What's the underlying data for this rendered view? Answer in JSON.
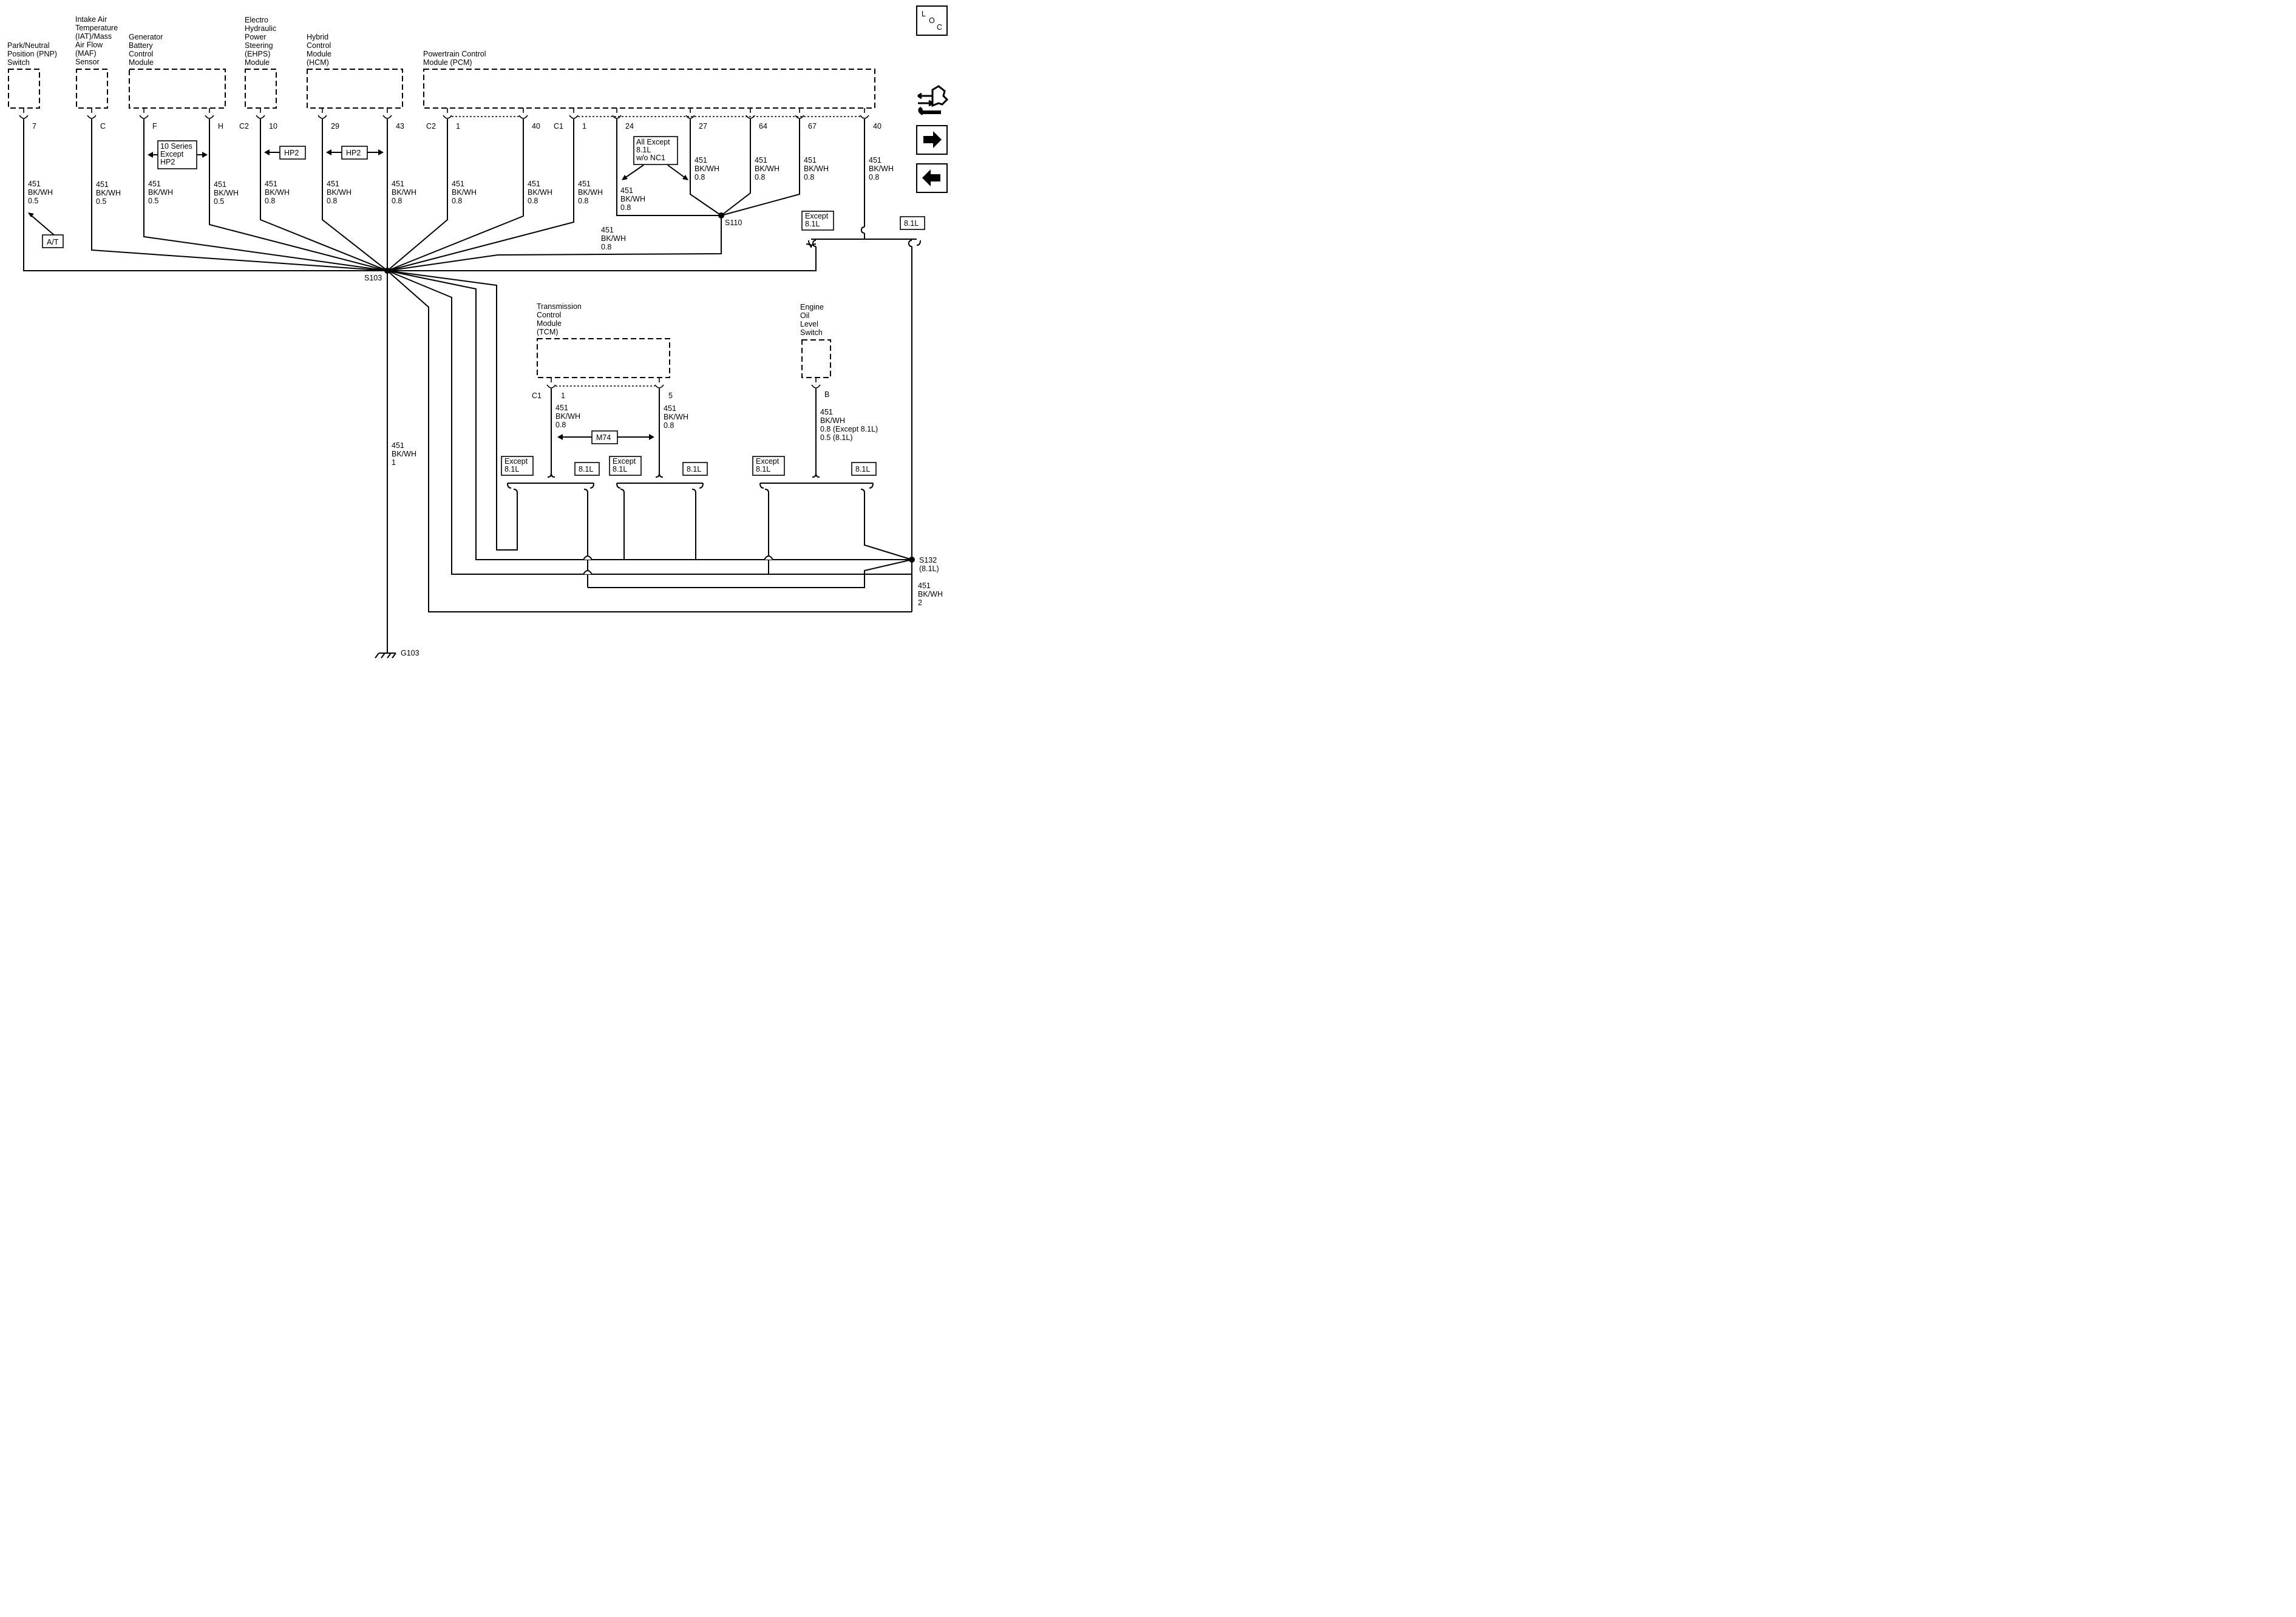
{
  "components": {
    "pnp": [
      "Park/Neutral",
      "Position (PNP)",
      "Switch"
    ],
    "iat": [
      "Intake Air",
      "Temperature",
      "(IAT)/Mass",
      "Air Flow",
      "(MAF)",
      "Sensor"
    ],
    "gbcm": [
      "Generator",
      "Battery",
      "Control",
      "Module"
    ],
    "ehps": [
      "Electro",
      "Hydraulic",
      "Power",
      "Steering",
      "(EHPS)",
      "Module"
    ],
    "hcm": [
      "Hybrid",
      "Control",
      "Module",
      "(HCM)"
    ],
    "pcm": [
      "Powertrain Control",
      "Module (PCM)"
    ],
    "tcm": [
      "Transmission",
      "Control",
      "Module",
      "(TCM)"
    ],
    "eol": [
      "Engine",
      "Oil",
      "Level",
      "Switch"
    ]
  },
  "pins": {
    "pnp": "7",
    "iat": "C",
    "gbcm_f": "F",
    "gbcm_h": "H",
    "ehps_conn": "C2",
    "ehps_pin": "10",
    "hcm_a": "29",
    "hcm_b": "43",
    "pcm_c2": "C2",
    "pcm_c2_1": "1",
    "pcm_c2_40": "40",
    "pcm_c1": "C1",
    "pcm_c1_1": "1",
    "pcm_24": "24",
    "pcm_27": "27",
    "pcm_64": "64",
    "pcm_67": "67",
    "pcm_40": "40",
    "tcm_c1": "C1",
    "tcm_1": "1",
    "tcm_5": "5",
    "eol_b": "B"
  },
  "wires": {
    "pnp": [
      "451",
      "BK/WH",
      "0.5"
    ],
    "iat": [
      "451",
      "BK/WH",
      "0.5"
    ],
    "gbcm_f": [
      "451",
      "BK/WH",
      "0.5"
    ],
    "gbcm_h": [
      "451",
      "BK/WH",
      "0.5"
    ],
    "ehps": [
      "451",
      "BK/WH",
      "0.8"
    ],
    "hcm_a": [
      "451",
      "BK/WH",
      "0.8"
    ],
    "hcm_b": [
      "451",
      "BK/WH",
      "0.8"
    ],
    "pcm_c2_1": [
      "451",
      "BK/WH",
      "0.8"
    ],
    "pcm_c2_40": [
      "451",
      "BK/WH",
      "0.8"
    ],
    "pcm_c1_1": [
      "451",
      "BK/WH",
      "0.8"
    ],
    "pcm_24": [
      "451",
      "BK/WH",
      "0.8"
    ],
    "pcm_27": [
      "451",
      "BK/WH",
      "0.8"
    ],
    "pcm_64": [
      "451",
      "BK/WH",
      "0.8"
    ],
    "pcm_67": [
      "451",
      "BK/WH",
      "0.8"
    ],
    "pcm_40": [
      "451",
      "BK/WH",
      "0.8"
    ],
    "s110": [
      "451",
      "BK/WH",
      "0.8"
    ],
    "ground": [
      "451",
      "BK/WH",
      "1"
    ],
    "tcm_1": [
      "451",
      "BK/WH",
      "0.8"
    ],
    "tcm_5": [
      "451",
      "BK/WH",
      "0.8"
    ],
    "eol": [
      "451",
      "BK/WH",
      "0.8 (Except 8.1L)",
      "0.5 (8.1L)"
    ],
    "s132": [
      "451",
      "BK/WH",
      "2"
    ]
  },
  "option_labels": {
    "at": "A/T",
    "series10": [
      "10 Series",
      "Except",
      "HP2"
    ],
    "hp2_a": "HP2",
    "hp2_b": "HP2",
    "all_except": [
      "All Except",
      "8.1L",
      "w/o NC1"
    ],
    "m74": "M74",
    "except_81": [
      "Except",
      "8.1L"
    ],
    "l81": "8.1L"
  },
  "splices": {
    "s103": "S103",
    "s110": "S110",
    "s132": [
      "S132",
      "(8.1L)"
    ]
  },
  "ground": "G103",
  "nav": {
    "loc": [
      "L",
      "O",
      "C"
    ]
  }
}
